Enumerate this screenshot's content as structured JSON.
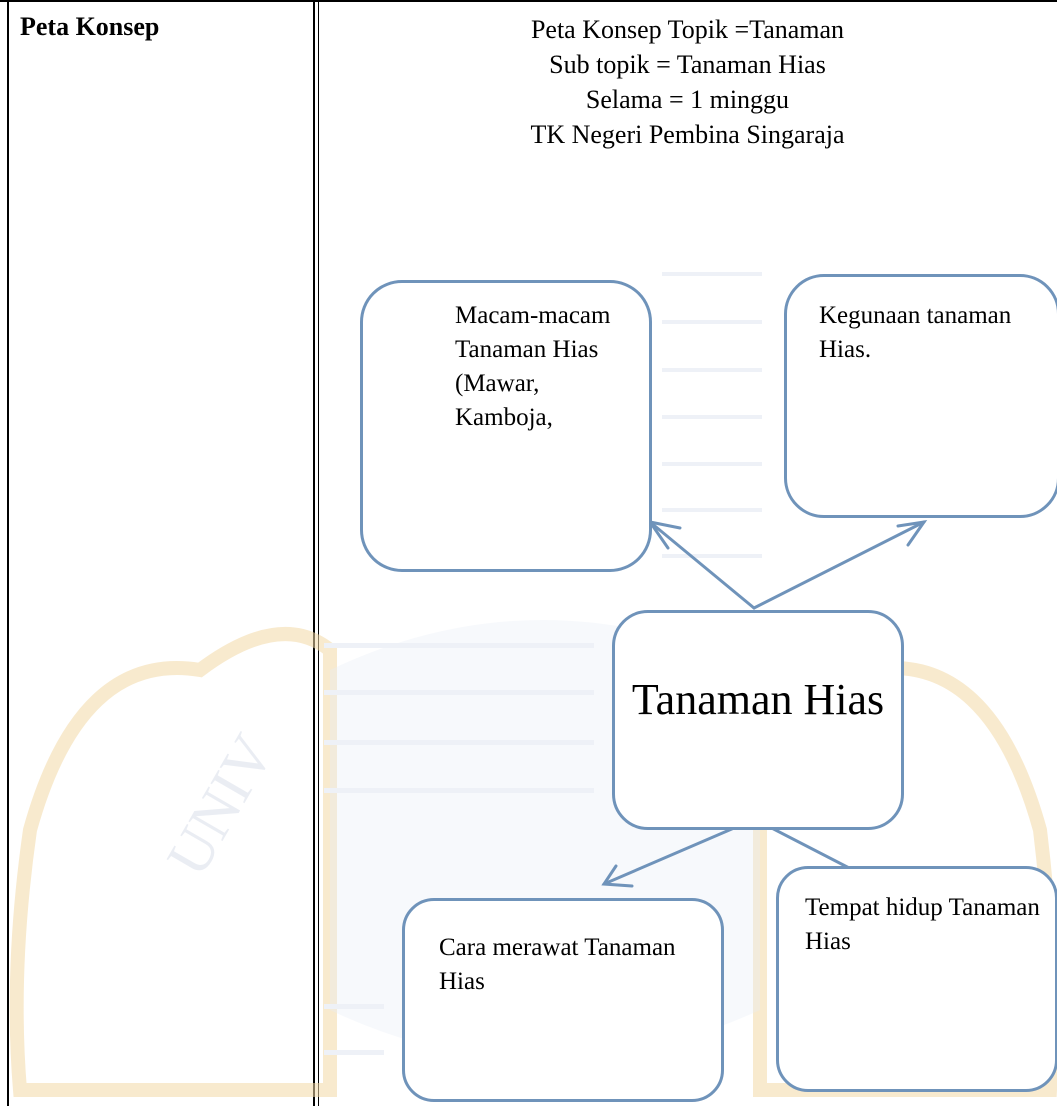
{
  "row_label": "Peta Konsep",
  "header": {
    "line1": "Peta Konsep Topik =Tanaman",
    "line2": "Sub topik = Tanaman Hias",
    "line3": "Selama = 1 minggu",
    "line4": "TK Negeri Pembina Singaraja"
  },
  "concept_map": {
    "center": "Tanaman Hias",
    "top_left": "Macam-macam Tanaman Hias (Mawar, Kamboja,",
    "top_right": "Kegunaan tanaman Hias.",
    "bottom_left": "Cara merawat Tanaman Hias",
    "bottom_right": "Tempat hidup Tanaman Hias"
  },
  "colors": {
    "node_border": "#6f93ba",
    "arrow": "#6f93ba",
    "watermark": "#e8a93a"
  }
}
